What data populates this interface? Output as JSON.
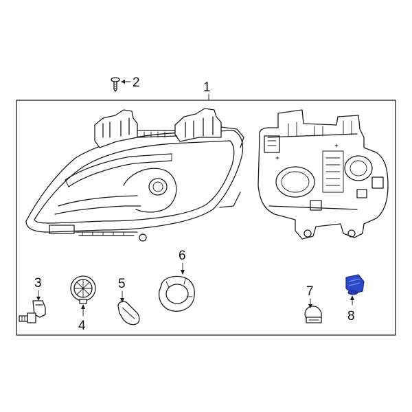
{
  "callouts": {
    "c1": "1",
    "c2": "2",
    "c3": "3",
    "c4": "4",
    "c5": "5",
    "c6": "6",
    "c7": "7",
    "c8": "8"
  },
  "colors": {
    "line": "#1a1a1a",
    "highlight": "#2d49c8",
    "highlight_dark": "#1a2c8a"
  }
}
